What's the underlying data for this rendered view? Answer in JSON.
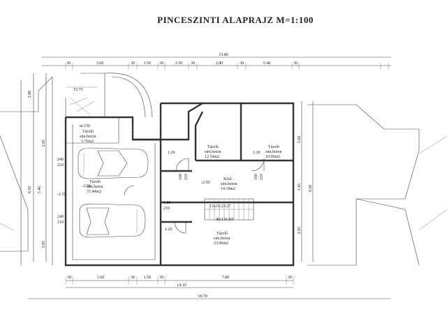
{
  "title": "PINCESZINTI ALAPRAJZ  M=1:100",
  "top_dims": [
    "30",
    "3.60",
    "30",
    "1.50",
    "30",
    "2.50",
    "30",
    "2.80",
    "30",
    "5.40",
    "30"
  ],
  "top_total": "19.80",
  "bottom_dims": [
    "30",
    "3.60",
    "30",
    "1.50",
    "30",
    "7.80",
    "30"
  ],
  "bottom_total_inner": "14.10",
  "bottom_total_outer": "18.70",
  "left_dims": [
    "2.80",
    "2.85",
    "2.85"
  ],
  "left_total": "9.50",
  "left_sub": "5.40",
  "right_dims": [
    "3.60",
    "1.45",
    "2.95"
  ],
  "right_total": "9.50",
  "rooms": {
    "small_storage": {
      "name": "Tároló",
      "floor": "sim.beton",
      "area": "5.76m2",
      "level": "m.150"
    },
    "garage": {
      "name": "Tároló",
      "floor": "sim.beton",
      "area": "37.44m2"
    },
    "storage_mid": {
      "name": "Tároló",
      "floor": "sim.beton",
      "area": "12.54m2"
    },
    "storage_right": {
      "name": "Tároló",
      "floor": "sim.beton",
      "area": "10.06m2"
    },
    "corridor": {
      "name": "Közl.",
      "floor": "sim.beton",
      "area": "14.18m2"
    },
    "storage_big": {
      "name": "Tároló",
      "floor": "sim.beton",
      "area": "23.96m2"
    }
  },
  "levels": {
    "garage_a": "-2.55",
    "garage_b": "-2.50",
    "corridor": "-2.50"
  },
  "door_labels": {
    "g1": "240",
    "g1b": "210",
    "g2": "240",
    "g2b": "210",
    "d1": "1.20",
    "d2": "1.20",
    "d3": "1.20",
    "d4": "100",
    "d5": "210",
    "d6": "100",
    "d7": "210",
    "d8": "1.20",
    "d9": "210"
  },
  "stair_label": "13x19.23/27",
  "window_label": "80/110 BT",
  "detail_label": "15.75"
}
